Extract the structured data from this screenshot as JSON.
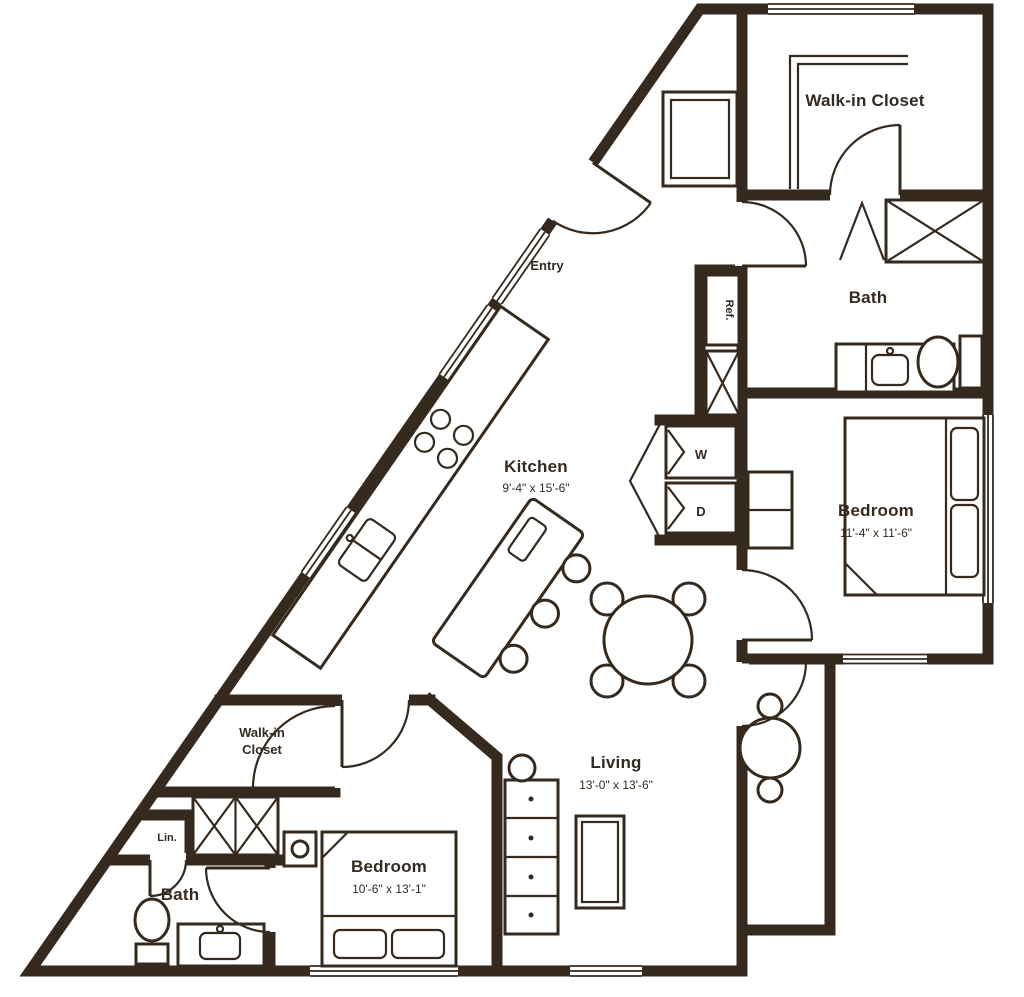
{
  "colors": {
    "wall": "#36291e",
    "floor": "#ffffff"
  },
  "rooms": {
    "walk_in_closet_top": {
      "label": "Walk-in Closet"
    },
    "bath_top": {
      "label": "Bath"
    },
    "bedroom_right": {
      "label": "Bedroom",
      "dims": "11'-4\" x 11'-6\""
    },
    "kitchen": {
      "label": "Kitchen",
      "dims": "9'-4\" x 15'-6\""
    },
    "entry": {
      "label": "Entry"
    },
    "living": {
      "label": "Living",
      "dims": "13'-0\" x 13'-6\""
    },
    "walk_in_closet_left": {
      "line1": "Walk-in",
      "line2": "Closet"
    },
    "linen": {
      "label": "Lin."
    },
    "bath_bottom": {
      "label": "Bath"
    },
    "bedroom_bottom": {
      "label": "Bedroom",
      "dims": "10'-6\" x 13'-1\""
    }
  },
  "appliances": {
    "washer": "W",
    "dryer": "D",
    "fridge": "Ref."
  }
}
